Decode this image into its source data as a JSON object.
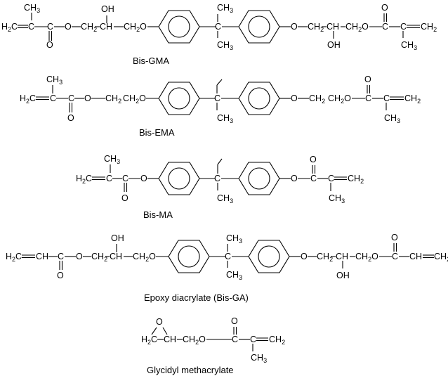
{
  "figure": {
    "captions": [
      "Bis-GMA",
      "Bis-EMA",
      "Bis-MA",
      "Epoxy diacrylate (Bis-GA)",
      "Glycidyl methacrylate"
    ]
  },
  "atoms": {
    "ch3": "CH3",
    "h2c": "H2C",
    "ch2": "CH2",
    "c": "C",
    "o": "O",
    "oh": "OH",
    "ch": "CH",
    "ch2o": "CH2O",
    "o_ch2": "O–CH2",
    "ch2_ch": "CH2–CH"
  }
}
